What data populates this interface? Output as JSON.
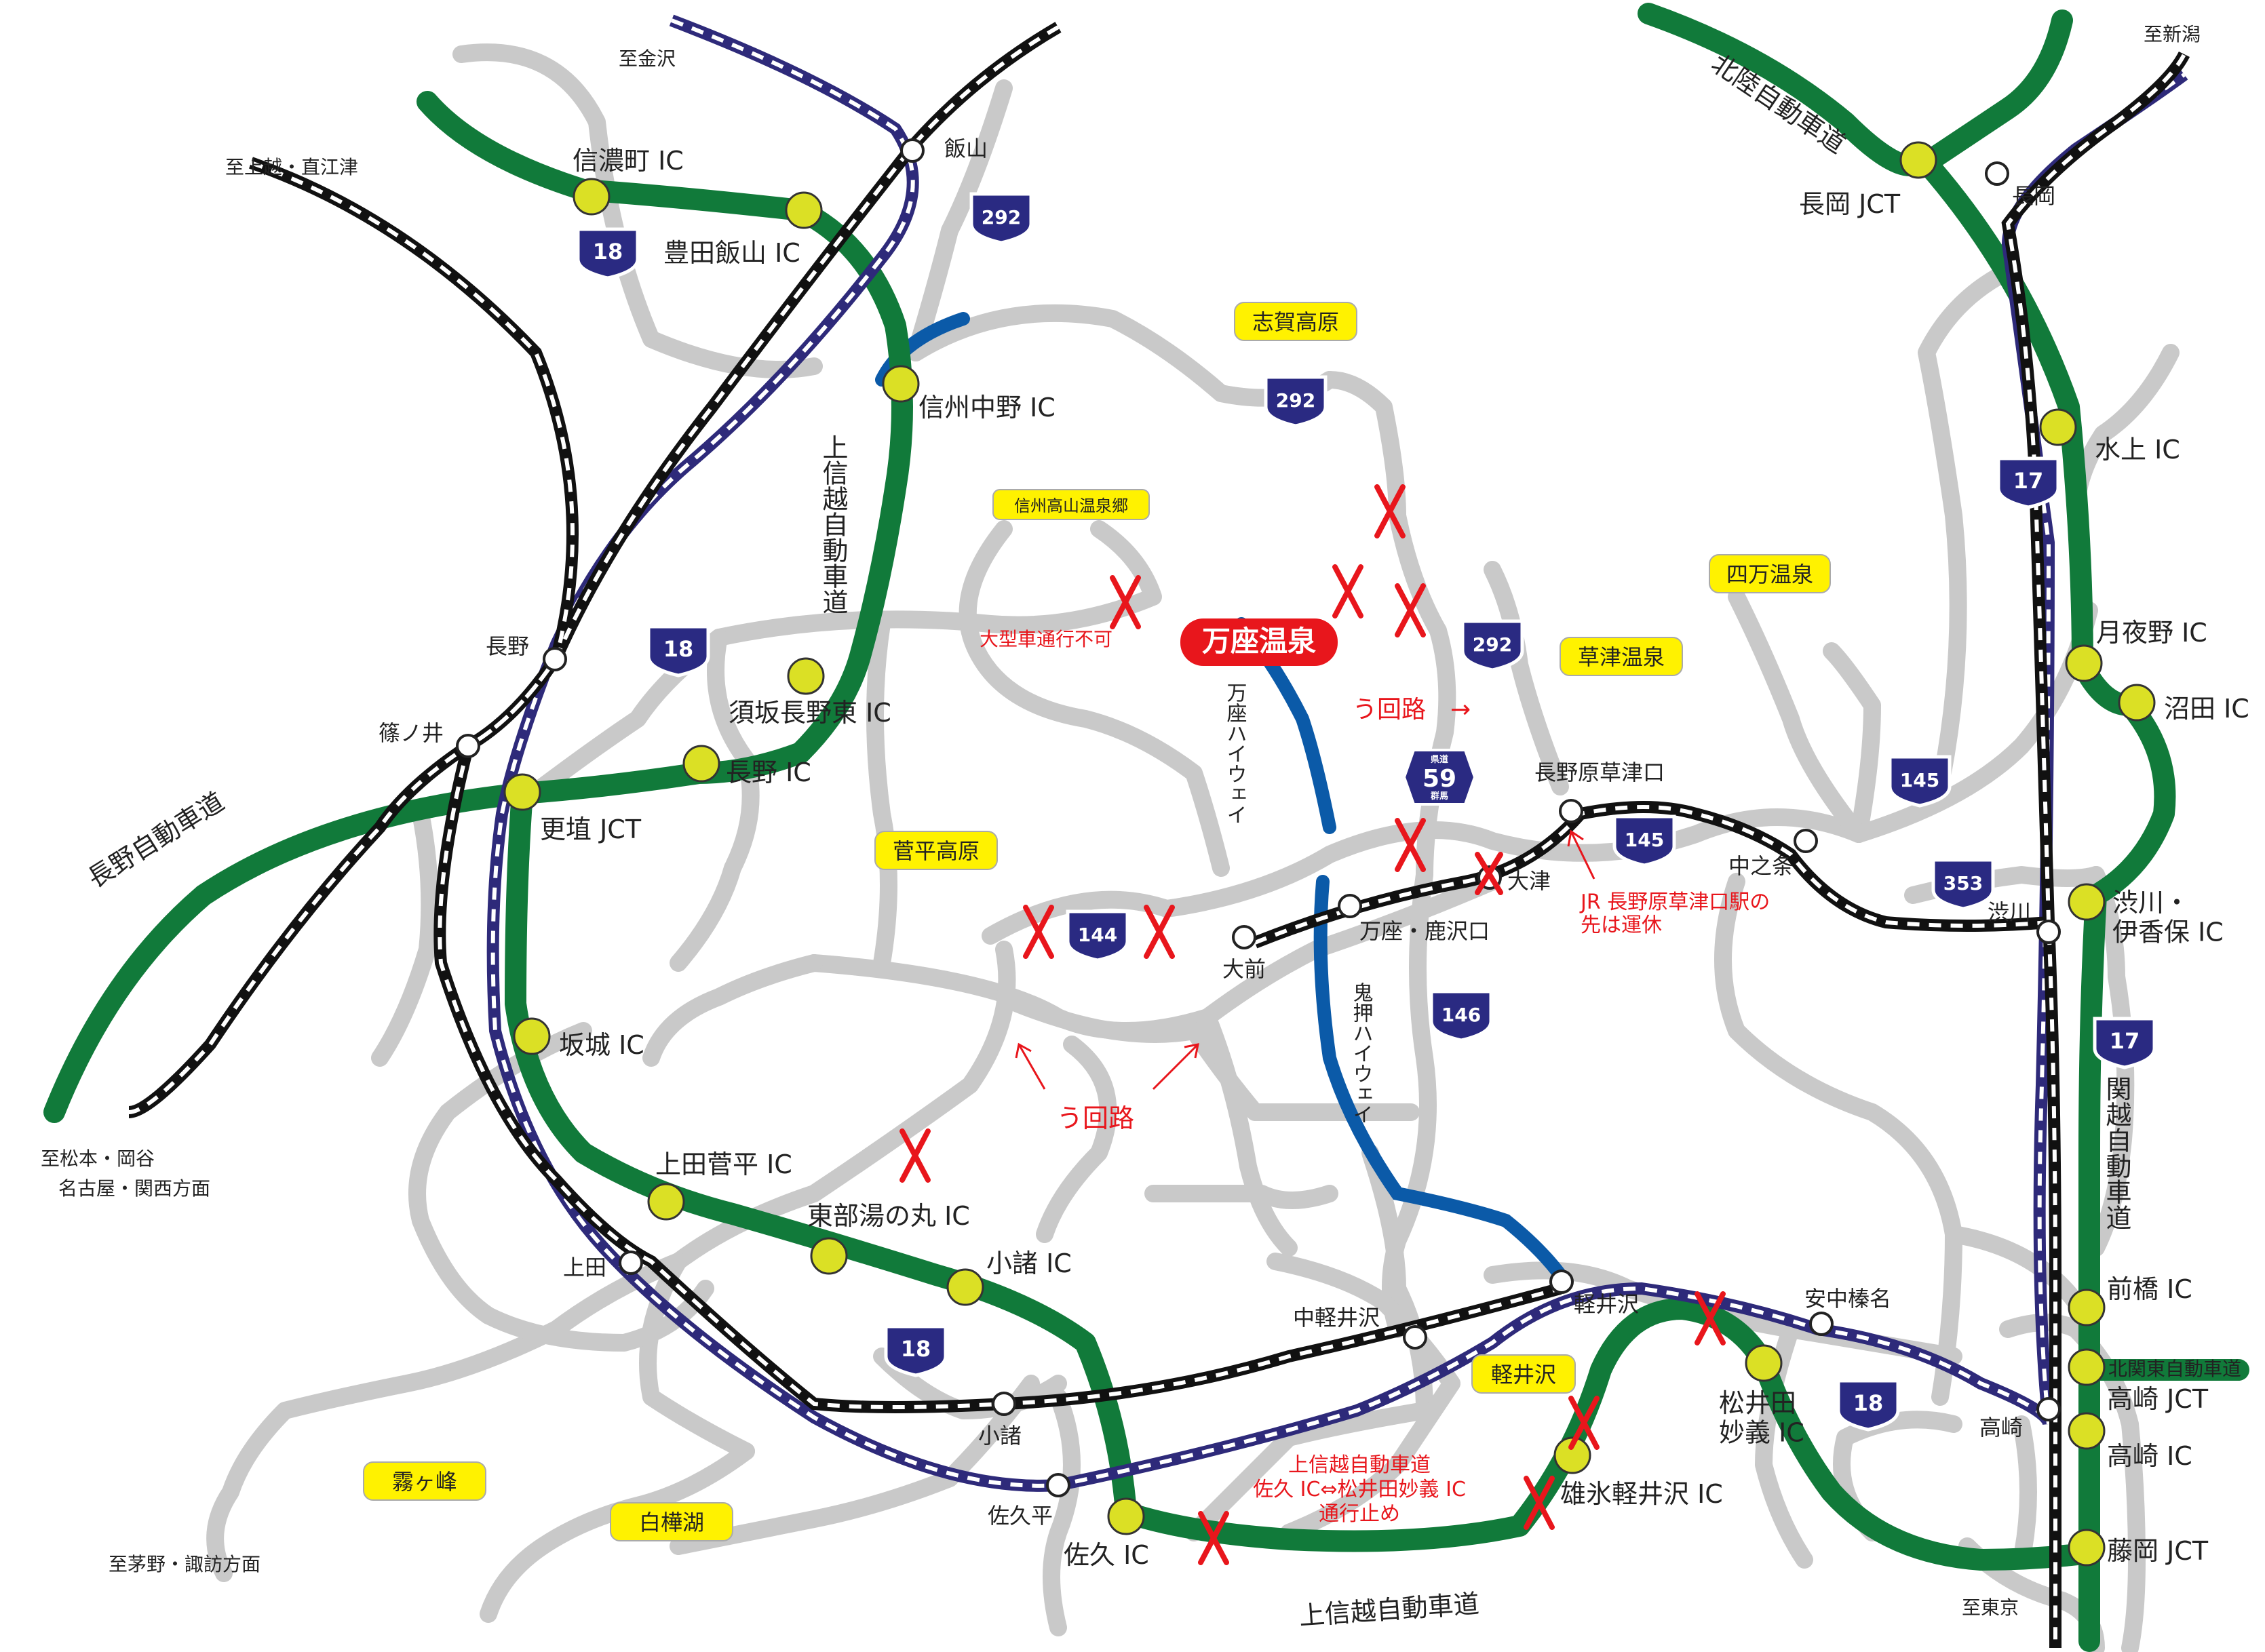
{
  "destination": {
    "name": "万座温泉",
    "color": "#e8161c"
  },
  "colors": {
    "expressway": "#117a3a",
    "local_road": "#c8c8c8",
    "highway_blue": "#0b5aa8",
    "jr_line": "#111111",
    "shinkansen": "#2e2a7a",
    "ic_marker": "#dbe025",
    "tag_bg": "#fff200",
    "closure": "#e8161c"
  },
  "expressways": {
    "joshinetsu_north": "上信越自動車道",
    "joshinetsu_south": "上信越自動車道",
    "nagano": "長野自動車道",
    "hokuriku": "北陸自動車道",
    "kanetsu": "関越自動車道",
    "kitakanto": "北関東自動車道"
  },
  "interchanges": {
    "shinanomachi": "信濃町 IC",
    "toyotaiiyama": "豊田飯山 IC",
    "shinshunakano": "信州中野 IC",
    "suzakanaganohigashi": "須坂長野東 IC",
    "nagano_ic": "長野 IC",
    "koshoku_jct": "更埴 JCT",
    "sakaki": "坂城 IC",
    "uedasugadaira": "上田菅平 IC",
    "tobuyunomaru": "東部湯の丸 IC",
    "komoro_ic": "小諸 IC",
    "saku_ic": "佐久 IC",
    "usuikaruizawa": "雄氷軽井沢 IC",
    "matsuidamyogi": "松井田\n妙義 IC",
    "nagaoka_jct": "長岡 JCT",
    "minakami": "水上 IC",
    "tsukiyono": "月夜野 IC",
    "numata": "沼田 IC",
    "shibukawaikaho": "渋川・\n伊香保 IC",
    "maebashi": "前橋 IC",
    "takasaki_jct": "高崎 JCT",
    "takasaki_ic": "高崎 IC",
    "fujioka_jct": "藤岡 JCT"
  },
  "stations": {
    "iiyama": "飯山",
    "nagano_st": "長野",
    "shinonoi": "篠ノ井",
    "ueda": "上田",
    "komoro_st": "小諸",
    "sakudaira": "佐久平",
    "nakakaruizawa": "中軽井沢",
    "karuizawa": "軽井沢",
    "annakaharuna": "安中榛名",
    "takasaki_st": "高崎",
    "nagaoka_st": "長岡",
    "shibukawa_st": "渋川",
    "nakanojo": "中之条",
    "naganoharakusatsuguchi": "長野原草津口",
    "otsu": "大津",
    "manzakazawaguchi": "万座・鹿沢口",
    "omae": "大前"
  },
  "places": {
    "shigakogen": "志賀高原",
    "shinshutakayama": "信州高山温泉郷",
    "shimaonsen": "四万温泉",
    "kusatsuonsen": "草津温泉",
    "sugadaira": "菅平高原",
    "karuizawa_tag": "軽井沢",
    "kirigamine": "霧ヶ峰",
    "shirakabako": "白樺湖"
  },
  "highways_named": {
    "manza_highway": "万座ハイウェイ",
    "onioshi_highway": "鬼押ハイウェイ"
  },
  "directions": {
    "to_kanazawa": "至金沢",
    "to_joetsu": "至上越・直江津",
    "to_niigata": "至新潟",
    "to_matsumoto_1": "至松本・岡谷",
    "to_matsumoto_2": "名古屋・関西方面",
    "to_chino": "至茅野・諏訪方面",
    "to_tokyo": "至東京"
  },
  "notes": {
    "large_vehicle": "大型車通行不可",
    "detour_top": "う回路　→",
    "detour_bottom": "う回路",
    "jr_suspended_1": "JR 長野原草津口駅の",
    "jr_suspended_2": "先は運休",
    "closure_1": "上信越自動車道",
    "closure_2": "佐久 IC⇔松井田妙義 IC",
    "closure_3": "通行止め"
  },
  "route_shields": {
    "r18_a": "18",
    "r18_b": "18",
    "r18_c": "18",
    "r18_d": "18",
    "r292_a": "292",
    "r292_b": "292",
    "r292_c": "292",
    "r17_a": "17",
    "r17_b": "17",
    "r144": "144",
    "r145_a": "145",
    "r145_b": "145",
    "r146": "146",
    "r353": "353",
    "pref59": "59",
    "pref59_top": "県道",
    "pref59_bottom": "群馬"
  }
}
